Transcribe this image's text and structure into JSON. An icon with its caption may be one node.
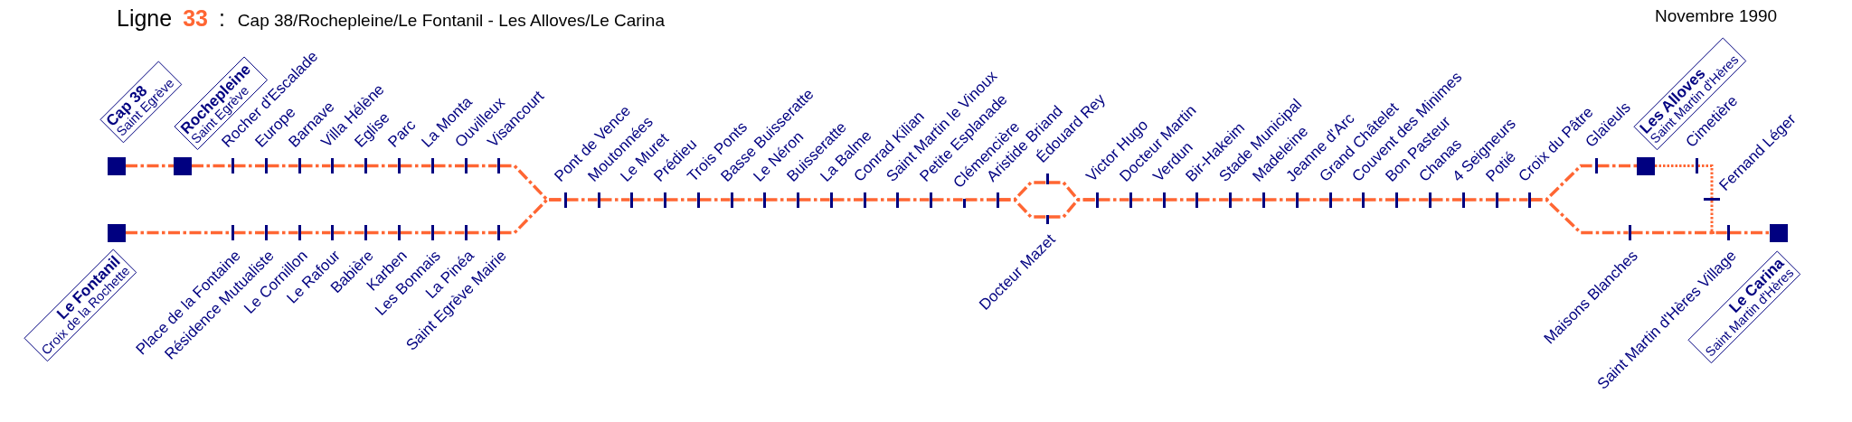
{
  "diagram": {
    "title": "Ligne **33** :",
    "nodes": [
      {
        "text": [
          "Cap 38",
          "Saint Egrève"
        ]
      },
      {
        "text": [],
        "shape": "square"
      },
      {
        "text": [
          "Rochepleine",
          "Saint Egrève"
        ]
      },
      {
        "text": [],
        "shape": "square"
      },
      {
        "text": [],
        "shape": "bar"
      },
      {
        "text": [],
        "shape": "bar"
      },
      {
        "text": [],
        "shape": "bar"
      },
      {
        "text": [],
        "shape": "bar"
      },
      {
        "text": [],
        "shape": "bar"
      },
      {
        "text": [],
        "shape": "bar"
      },
      {
        "text": [],
        "shape": "bar"
      },
      {
        "text": [],
        "shape": "bar"
      },
      {
        "text": [],
        "shape": "bar"
      },
      {
        "text": [],
        "shape": "square"
      },
      {
        "text": [
          "Le Fontanil",
          "Croix de la Rochette"
        ]
      },
      {
        "text": [],
        "shape": "bar"
      },
      {
        "text": [],
        "shape": "bar"
      },
      {
        "text": [],
        "shape": "bar"
      },
      {
        "text": [],
        "shape": "bar"
      },
      {
        "text": [],
        "shape": "bar"
      },
      {
        "text": [],
        "shape": "bar"
      },
      {
        "text": [],
        "shape": "bar"
      },
      {
        "text": [],
        "shape": "bar"
      },
      {
        "text": [],
        "shape": "bar"
      },
      {
        "text": [],
        "shape": "bar"
      },
      {
        "text": [],
        "shape": "bar"
      },
      {
        "text": [],
        "shape": "bar"
      },
      {
        "text": [],
        "shape": "bar"
      },
      {
        "text": [],
        "shape": "bar"
      },
      {
        "text": [],
        "shape": "bar"
      },
      {
        "text": [],
        "shape": "bar"
      },
      {
        "text": [],
        "shape": "bar"
      },
      {
        "text": [],
        "shape": "bar"
      },
      {
        "text": [],
        "shape": "bar"
      },
      {
        "text": [],
        "shape": "bar"
      },
      {
        "text": [],
        "shape": "bar"
      },
      {
        "text": [],
        "shape": "bar"
      },
      {
        "text": [],
        "shape": "bar"
      },
      {
        "text": [],
        "shape": "bar"
      },
      {
        "text": [],
        "shape": "bar"
      },
      {
        "text": [],
        "shape": "bar"
      },
      {
        "text": [],
        "shape": "bar"
      },
      {
        "text": [],
        "shape": "bar"
      },
      {
        "text": [],
        "shape": "bar"
      },
      {
        "text": [],
        "shape": "bar"
      },
      {
        "text": [],
        "shape": "bar"
      },
      {
        "text": [],
        "shape": "bar"
      },
      {
        "text": [],
        "shape": "bar"
      },
      {
        "text": [],
        "shape": "bar"
      },
      {
        "text": [],
        "shape": "bar"
      },
      {
        "text": [],
        "shape": "bar"
      },
      {
        "text": [],
        "shape": "bar"
      },
      {
        "text": [],
        "shape": "bar"
      },
      {
        "text": [],
        "shape": "bar"
      },
      {
        "text": [],
        "shape": "bar"
      },
      {
        "text": [],
        "shape": "square"
      },
      {
        "text": [
          "Les Alloves",
          "Saint Martin d'Hères"
        ]
      },
      {
        "text": [],
        "shape": "bar"
      },
      {
        "text": [],
        "shape": "bar"
      },
      {
        "text": [],
        "shape": "bar"
      },
      {
        "text": [],
        "shape": "bar"
      },
      {
        "text": [],
        "shape": "square"
      },
      {
        "text": [
          "Le Carina",
          "Saint Martin d'Hères"
        ]
      }
    ],
    "edges": [
      {
        "from": 1,
        "to": 3,
        "arrow": "none"
      },
      {
        "from": 3,
        "to": 4,
        "arrow": "none"
      },
      {
        "from": 4,
        "to": 5,
        "arrow": "none"
      },
      {
        "from": 5,
        "to": 6,
        "arrow": "none"
      },
      {
        "from": 6,
        "to": 7,
        "arrow": "none"
      },
      {
        "from": 7,
        "to": 8,
        "arrow": "none"
      },
      {
        "from": 8,
        "to": 9,
        "arrow": "none"
      },
      {
        "from": 9,
        "to": 10,
        "arrow": "none"
      },
      {
        "from": 10,
        "to": 11,
        "arrow": "none"
      },
      {
        "from": 11,
        "to": 12,
        "arrow": "none"
      },
      {
        "from": 12,
        "to": 24,
        "arrow": "none"
      },
      {
        "from": 13,
        "to": 15,
        "arrow": "none"
      },
      {
        "from": 15,
        "to": 16,
        "arrow": "none"
      },
      {
        "from": 16,
        "to": 17,
        "arrow": "none"
      },
      {
        "from": 17,
        "to": 18,
        "arrow": "none"
      },
      {
        "from": 18,
        "to": 19,
        "arrow": "none"
      },
      {
        "from": 19,
        "to": 20,
        "arrow": "none"
      },
      {
        "from": 20,
        "to": 21,
        "arrow": "none"
      },
      {
        "from": 21,
        "to": 22,
        "arrow": "none"
      },
      {
        "from": 22,
        "to": 23,
        "arrow": "none"
      },
      {
        "from": 23,
        "to": 24,
        "arrow": "none"
      },
      {
        "from": 24,
        "to": 25,
        "arrow": "none"
      },
      {
        "from": 25,
        "to": 26,
        "arrow": "none"
      },
      {
        "from": 26,
        "to": 27,
        "arrow": "none"
      },
      {
        "from": 27,
        "to": 28,
        "arrow": "none"
      },
      {
        "from": 28,
        "to": 29,
        "arrow": "none"
      },
      {
        "from": 29,
        "to": 30,
        "arrow": "none"
      },
      {
        "from": 30,
        "to": 31,
        "arrow": "none"
      },
      {
        "from": 31,
        "to": 32,
        "arrow": "none"
      },
      {
        "from": 32,
        "to": 33,
        "arrow": "none"
      },
      {
        "from": 33,
        "to": 34,
        "arrow": "none"
      },
      {
        "from": 34,
        "to": 35,
        "arrow": "none"
      },
      {
        "from": 35,
        "to": 36,
        "arrow": "none"
      },
      {
        "from": 36,
        "to": 37,
        "arrow": "none"
      },
      {
        "from": 37,
        "to": 38,
        "arrow": "none"
      },
      {
        "from": 37,
        "to": 39,
        "arrow": "none"
      },
      {
        "from": 38,
        "to": 40,
        "arrow": "none"
      },
      {
        "from": 39,
        "to": 40,
        "arrow": "none"
      },
      {
        "from": 40,
        "to": 41,
        "arrow": "none"
      },
      {
        "from": 41,
        "to": 42,
        "arrow": "none"
      },
      {
        "from": 42,
        "to": 43,
        "arrow": "none"
      },
      {
        "from": 43,
        "to": 44,
        "arrow": "none"
      },
      {
        "from": 44,
        "to": 45,
        "arrow": "none"
      },
      {
        "from": 45,
        "to": 46,
        "arrow": "none"
      },
      {
        "from": 46,
        "to": 47,
        "arrow": "none"
      },
      {
        "from": 47,
        "to": 48,
        "arrow": "none"
      },
      {
        "from": 48,
        "to": 49,
        "arrow": "none"
      },
      {
        "from": 49,
        "to": 50,
        "arrow": "none"
      },
      {
        "from": 50,
        "to": 51,
        "arrow": "none"
      },
      {
        "from": 51,
        "to": 52,
        "arrow": "none"
      },
      {
        "from": 52,
        "to": 53,
        "arrow": "none"
      },
      {
        "from": 53,
        "to": 54,
        "arrow": "none"
      },
      {
        "from": 53,
        "to": 59,
        "arrow": "none"
      },
      {
        "from": 54,
        "to": 55,
        "arrow": "none"
      },
      {
        "from": 55,
        "to": 57,
        "arrow": "none",
        "style": "dashed"
      },
      {
        "from": 57,
        "to": 58,
        "arrow": "none",
        "style": "dashed"
      },
      {
        "from": 58,
        "to": 60,
        "arrow": "none",
        "style": "dashed"
      },
      {
        "from": 59,
        "to": 60,
        "arrow": "none"
      },
      {
        "from": 60,
        "to": 61,
        "arrow": "none"
      }
    ],
    "labels": [
      "Cap 38/Rochepleine/Le Fontanil - Les Alloves/Le Carina",
      "Novembre 1990",
      "Rocher d'Escalade",
      "Europe",
      "Barnave",
      "Villa Hélène",
      "Eglise",
      "Parc",
      "La Monta",
      "Ouvilleux",
      "Visancourt",
      "Place de la Fontaine",
      "Résidence Mutualiste",
      "Le Cornillon",
      "Le Rafour",
      "Babière",
      "Karben",
      "Les Bonnais",
      "La Pinéa",
      "Saint Egrève Mairie",
      "Pont de Vence",
      "Moutonnées",
      "Le Muret",
      "Prédieu",
      "Trois Ponts",
      "Basse Buisseratte",
      "Le Néron",
      "Buisseratte",
      "La Balme",
      "Conrad Kilian",
      "Saint Martin le Vinoux",
      "Petite Esplanade",
      "Clémencière",
      "Aristide Briand",
      "Édouard Rey",
      "Docteur Mazet",
      "Victor Hugo",
      "Docteur Martin",
      "Verdun",
      "Bir-Hakeim",
      "Stade Municipal",
      "Madeleine",
      "Jeanne d'Arc",
      "Grand Châtelet",
      "Couvent des Minimes",
      "Bon Pasteur",
      "Chanas",
      "4 Seigneurs",
      "Potié",
      "Croix du Pâtre",
      "Glaïeuls",
      "Cimetière",
      "Fernand Léger",
      "Maisons Blanches",
      "Saint Martin d'Hères Village"
    ]
  }
}
